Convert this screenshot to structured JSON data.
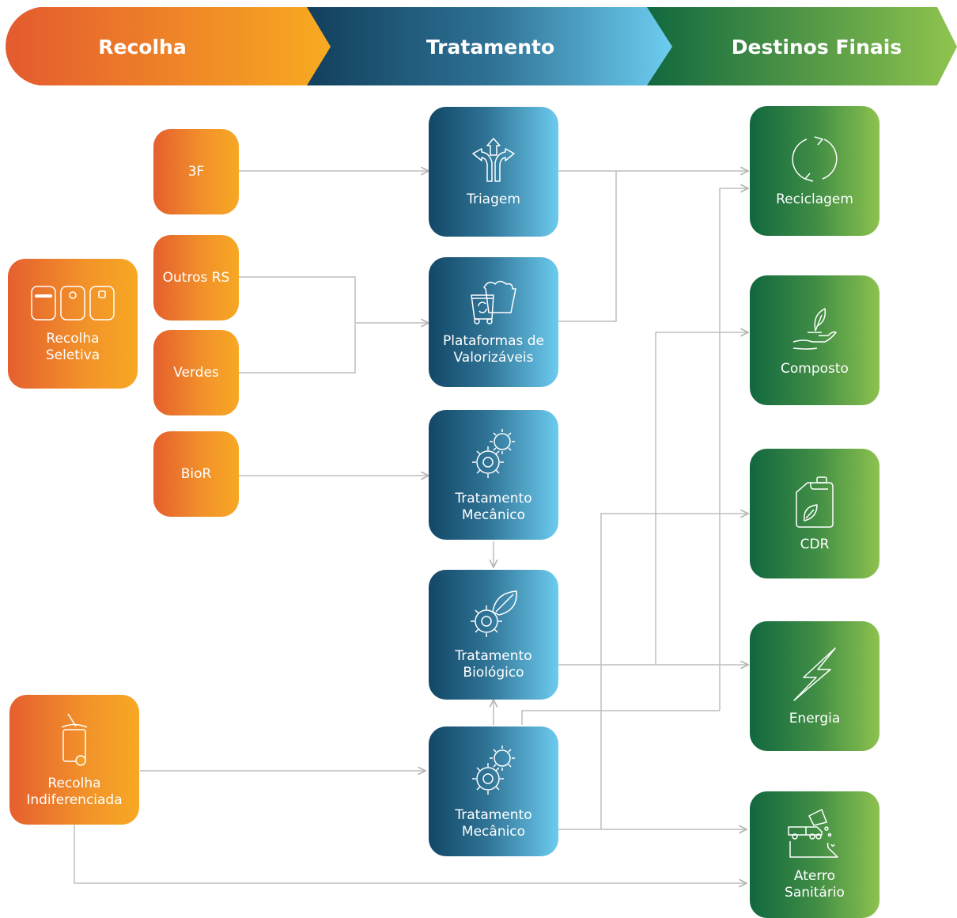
{
  "header": {
    "stage1": "Recolha",
    "stage2": "Tratamento",
    "stage3": "Destinos Finais"
  },
  "collection": {
    "selective": "Recolha\nSeletiva",
    "undifferentiated": "Recolha\nIndiferenciada",
    "streams": {
      "f3": "3F",
      "outros": "Outros RS",
      "verdes": "Verdes",
      "bior": "BioR"
    }
  },
  "treatment": {
    "triagem": "Triagem",
    "plataformas": "Plataformas de\nValorizáveis",
    "mecanico_1": "Tratamento\nMecânico",
    "biologico": "Tratamento\nBiológico",
    "mecanico_2": "Tratamento\nMecânico"
  },
  "destinations": {
    "reciclagem": "Reciclagem",
    "composto": "Composto",
    "cdr": "CDR",
    "energia": "Energia",
    "aterro": "Aterro\nSanitário"
  },
  "colors": {
    "orange": "#f08a2c",
    "blue": "#2a6a8c",
    "green": "#3b8a45",
    "connector": "#b9b9b9"
  }
}
